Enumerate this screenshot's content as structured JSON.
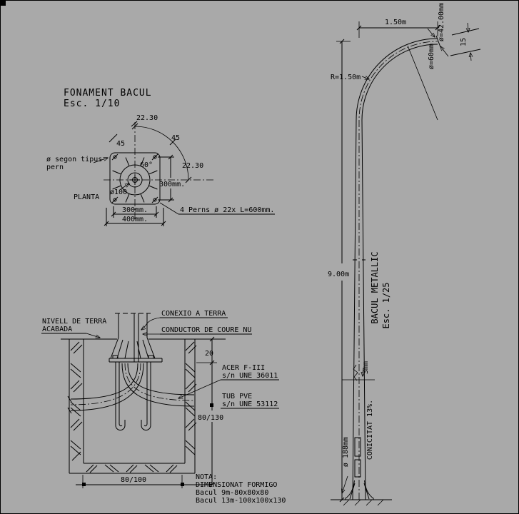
{
  "colors": {
    "background": "#a9a9a9",
    "line": "#000000"
  },
  "foundation": {
    "title": "FONAMENT BACUL",
    "scale": "Esc. 1/10",
    "plan": {
      "label": "PLANTA",
      "dim_top": "22.30",
      "dim_right": "22.30",
      "angle_left": "45",
      "angle_right": "45",
      "angle_inner": "60°",
      "dim_bolt_vertical": "300mm.",
      "dim_bolt_horizontal": "300mm.",
      "dim_base": "400mm.",
      "dim_center": "ø100",
      "note_bolts": "4 Perns ø 22x L=600mm.",
      "note_bolt_type_line1": "ø segon tipus",
      "note_bolt_type_line2": "pern"
    },
    "section": {
      "label_ground_line1": "NIVELL DE TERRA",
      "label_ground_line2": "ACABADA",
      "label_earth": "CONEXIO A TERRA",
      "label_conductor": "CONDUCTOR DE COURE NU",
      "label_steel_line1": "ACER  F-III",
      "label_steel_line2": "s/n UNE 36011",
      "label_tube_line1": "TUB PVE",
      "label_tube_line2": "s/n UNE 53112",
      "dim_cover": "20",
      "dim_depth": "80/130",
      "dim_width": "80/100"
    },
    "note": {
      "line1": "NOTA:",
      "line2": "DIMENSIONAT FORMIGO",
      "line3": "Bacul 9m-80x80x80",
      "line4": "Bacul 13m-100x100x130"
    }
  },
  "pole": {
    "title": "BACUL METALLIC",
    "scale": "Esc. 1/25",
    "dim_arm": "1.50m",
    "dim_radius": "R=1.50m",
    "dim_height": "9.00m",
    "dim_tip": "ø=42.00mm",
    "dim_tip_outer": "ø=60mm",
    "dim_tip_rise": "15",
    "dim_wall": "3mm",
    "label_taper": "CONICITAT 13%.",
    "dim_base": "ø 188mm"
  }
}
